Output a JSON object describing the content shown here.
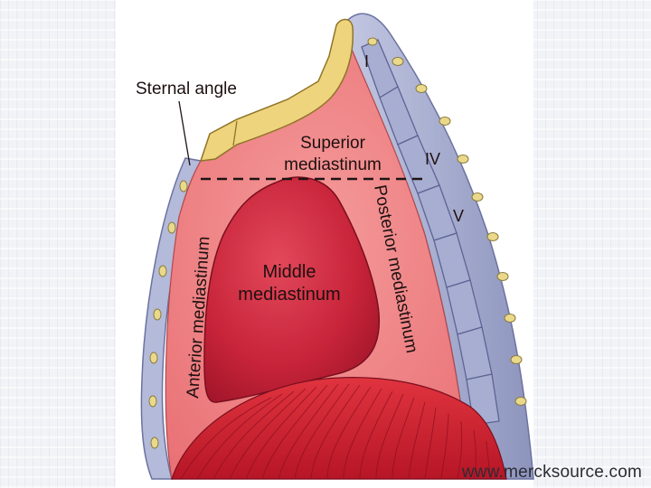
{
  "figure": {
    "labels": {
      "sternal_angle": "Sternal angle",
      "superior_line1": "Superior",
      "superior_line2": "mediastinum",
      "middle_line1": "Middle",
      "middle_line2": "mediastinum",
      "anterior": "Anterior mediastinum",
      "posterior": "Posterior mediastinum",
      "vertebra_1": "I",
      "vertebra_4": "IV",
      "vertebra_5": "V"
    }
  },
  "footer": {
    "source": "www.mercksource.com"
  },
  "colors": {
    "cavity": "#ef7f82",
    "heart": "#c92237",
    "diaphragm": "#d21f2f",
    "sternum": "#efd47e",
    "vertebrae": "#aeb5d6",
    "rib_nodule": "#e8d889"
  }
}
